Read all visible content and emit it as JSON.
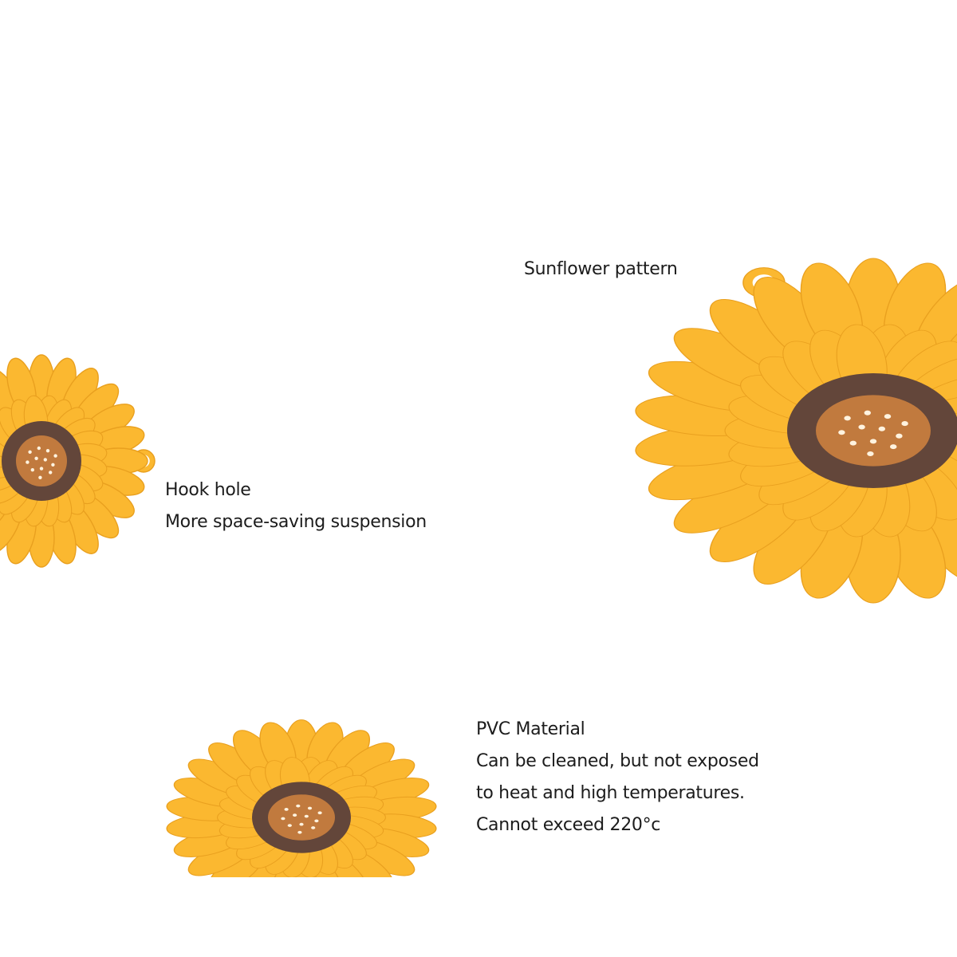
{
  "captions": {
    "sunflower": {
      "line1": "Sunflower pattern"
    },
    "hook": {
      "line1": "Hook hole",
      "line2": "More space-saving suspension"
    },
    "pvc": {
      "line1": "PVC Material",
      "line2": "Can be cleaned, but not exposed",
      "line3": "to heat and high temperatures.",
      "line4": "Cannot exceed 220°c"
    }
  },
  "colors": {
    "petal": "#fbb830",
    "petal_stroke": "#e9a01f",
    "center_ring": "#63463a",
    "center_inner": "#c17a3e",
    "seed_dots": "#fff3df",
    "background": "#ffffff"
  }
}
